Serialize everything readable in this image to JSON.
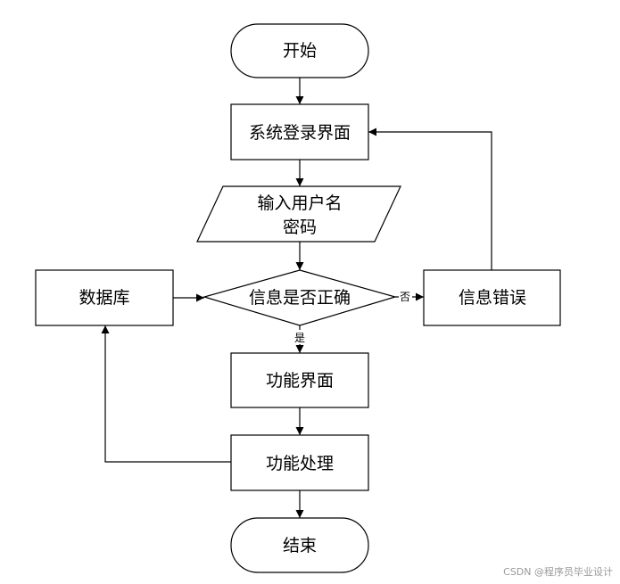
{
  "nodes": {
    "start": "开始",
    "login": "系统登录界面",
    "input_line1": "输入用户名",
    "input_line2": "密码",
    "check": "信息是否正确",
    "database": "数据库",
    "error": "信息错误",
    "function_ui": "功能界面",
    "function_proc": "功能处理",
    "end": "结束"
  },
  "edges": {
    "no_label": "否",
    "yes_label": "是"
  },
  "watermark": "CSDN @程序员毕业设计"
}
